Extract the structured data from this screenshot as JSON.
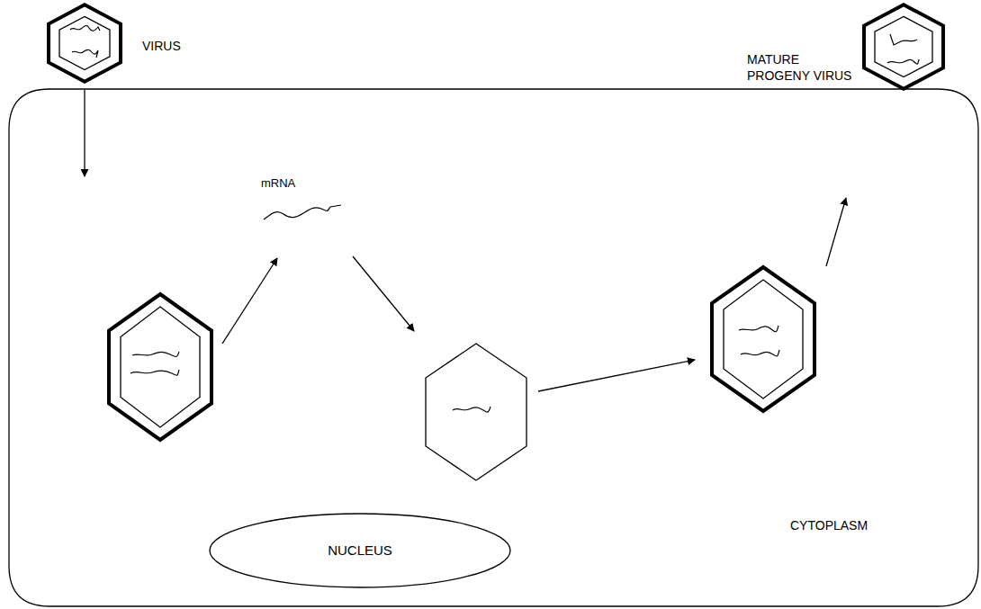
{
  "diagram": {
    "nodes": [
      {
        "text": [
          "VIRUS"
        ]
      },
      {
        "text": [
          "MATURE PROGENY VIRUS"
        ]
      },
      {
        "text": [
          "CYTOPLASM"
        ]
      },
      {
        "text": [
          "NUCLEUS"
        ],
        "in": 2
      }
    ],
    "labels": [
      "mRNA"
    ]
  }
}
